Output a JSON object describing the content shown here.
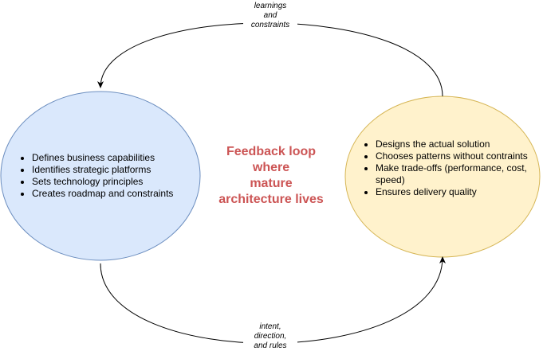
{
  "colors": {
    "left_node_fill": "#dae8fc",
    "left_node_stroke": "#6c8ebf",
    "right_node_fill": "#fff2cc",
    "right_node_stroke": "#d6b656",
    "center_text": "#cc5555",
    "edge": "#000000"
  },
  "left_node": {
    "items": [
      "Defines business capabilities",
      "Identifies strategic platforms",
      "Sets technology principles",
      "Creates roadmap  and constraints"
    ]
  },
  "right_node": {
    "items": [
      "Designs the actual solution",
      "Chooses patterns without contraints",
      "Make trade-offs (performance, cost, speed)",
      "Ensures delivery quality"
    ]
  },
  "center_text": {
    "lines": [
      "Feedback loop",
      "where",
      "mature",
      "architecture lives"
    ]
  },
  "edges": {
    "top_label_lines": [
      "learnings",
      "and",
      "constraints"
    ],
    "bottom_label_lines": [
      "intent,",
      "direction,",
      "and rules"
    ]
  }
}
